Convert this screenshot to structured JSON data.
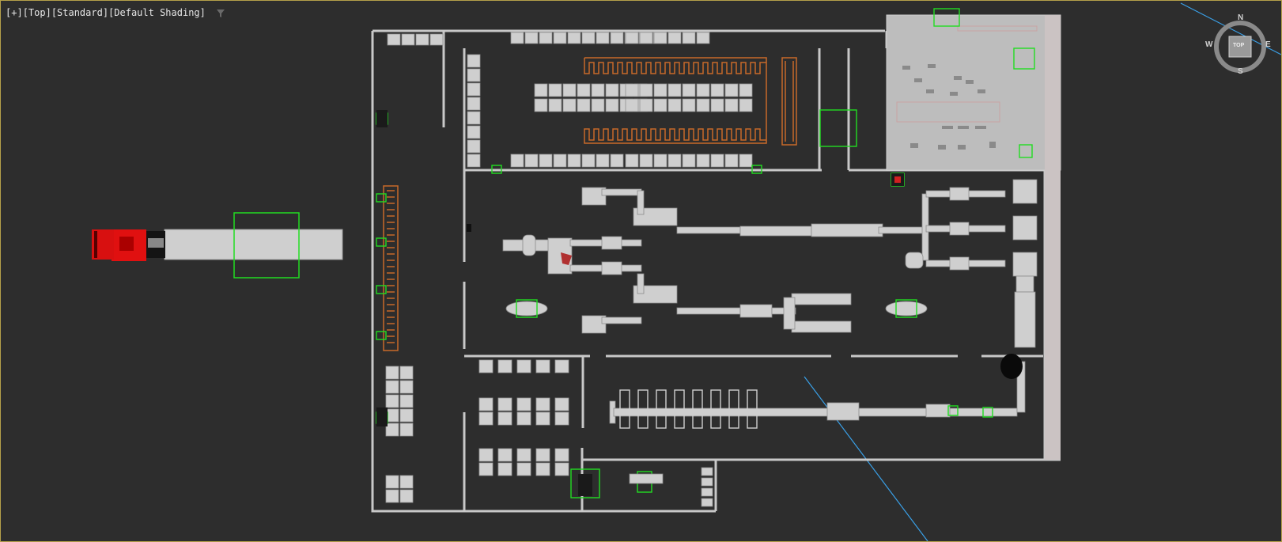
{
  "viewport": {
    "menu_plus": "[+]",
    "view_name": "[Top]",
    "render_mode": "[Standard]",
    "shading": "[Default Shading]"
  },
  "viewcube": {
    "north": "N",
    "south": "S",
    "east": "E",
    "west": "W",
    "face": "TOP"
  },
  "colors": {
    "background": "#2d2d2d",
    "wall": "#c8c8c8",
    "selection": "#22dd22",
    "truck": "#e01010",
    "conveyor": "#c86a2a",
    "grid_line": "#3aa0e8",
    "frame": "#b5a04a"
  },
  "icons": {
    "filter": "filter-icon",
    "viewcube": "viewcube-icon"
  }
}
